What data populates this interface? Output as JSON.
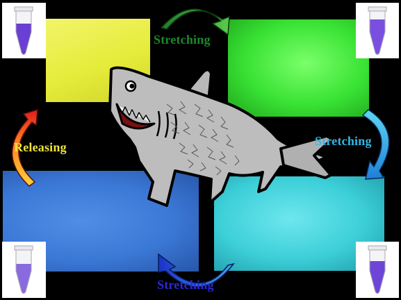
{
  "labels": {
    "top": "Stretching",
    "right": "Stretching",
    "bottom": "Stretching",
    "left": "Releasing"
  },
  "colors": {
    "panel_yellow": "#e6ec3a",
    "panel_green": "#39e234",
    "panel_blue": "#3b78d6",
    "panel_cyan": "#3ccfd8",
    "label_top": "#1a8a2a",
    "label_right": "#33b6e6",
    "label_bottom": "#2a2ad8",
    "label_left": "#f0e43a",
    "tube_liquid": "#6a3fd4",
    "shark_body": "#bdbdbd"
  },
  "icons": [
    "microtube-icon",
    "curved-arrow-icon",
    "shark-icon"
  ]
}
